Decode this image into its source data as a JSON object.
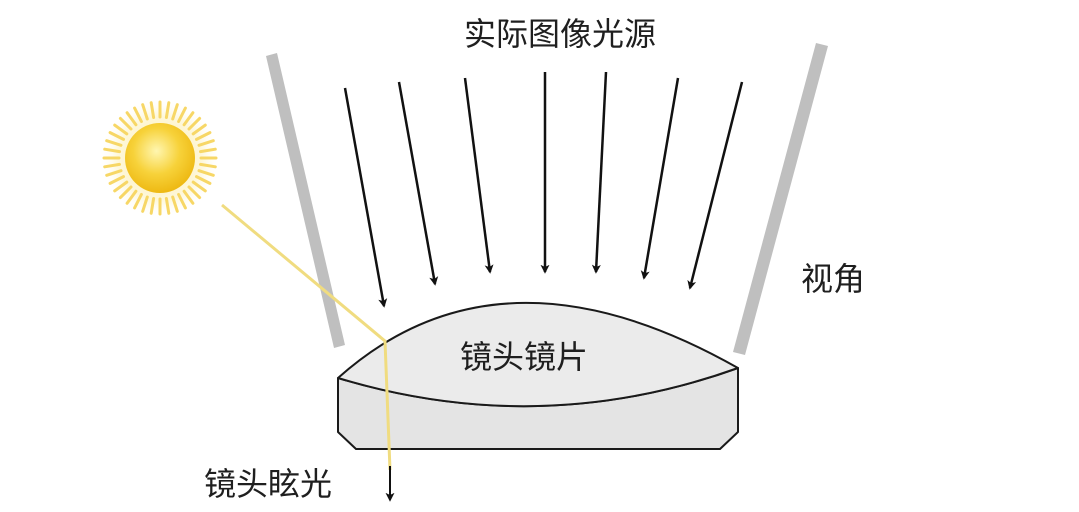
{
  "labels": {
    "light_source": "实际图像光源",
    "field_of_view": "视角",
    "lens_element": "镜头镜片",
    "lens_flare": "镜头眩光"
  },
  "colors": {
    "wall": "#bfbfbf",
    "lens_fill": "#e9e9e9",
    "lens_stroke": "#1a1a1a",
    "arrow": "#111111",
    "flare_ray": "#f2e08a",
    "sun_core": "#f4c21c",
    "sun_glow": "#fde88a"
  },
  "icons": {
    "sun": "sun-icon"
  }
}
